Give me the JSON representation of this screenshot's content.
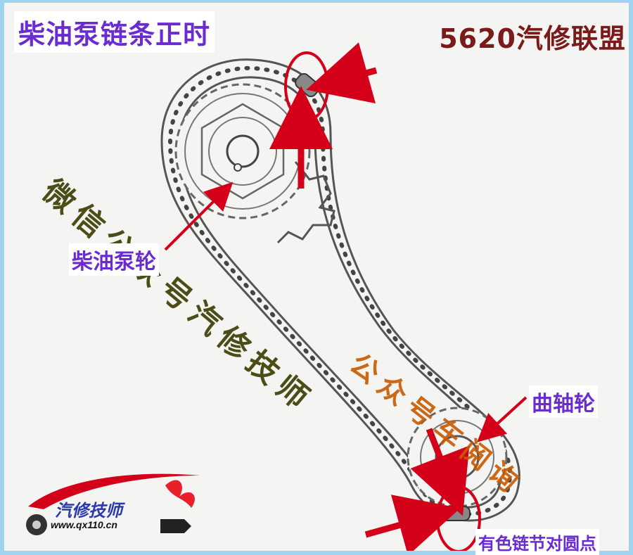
{
  "title": "柴油泵链条正时",
  "brand": "5620汽修联盟",
  "labels": {
    "pump_gear": "柴油泵轮",
    "crank_gear": "曲轴轮",
    "marker_note": "有色链节对圆点"
  },
  "watermarks": {
    "line1": "微信公众号汽修技师",
    "line2": "公众号车阅询"
  },
  "logo": {
    "text": "汽修技师",
    "url": "www.qx110.cn"
  },
  "colors": {
    "title": "#6a2bd0",
    "brand": "#7a1a1a",
    "arrow": "#d4001a",
    "watermark1": "#3a3a00",
    "watermark2": "#c85a00"
  }
}
